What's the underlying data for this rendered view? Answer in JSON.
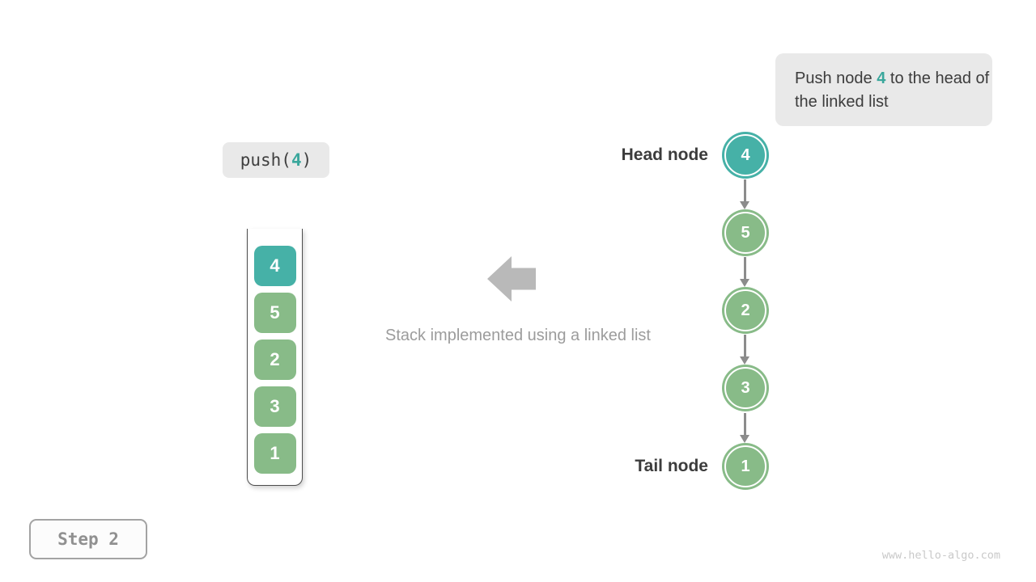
{
  "colors": {
    "teal": "#46b1a7",
    "teal-text": "#3aa79c",
    "green": "#88bb88",
    "label-dark": "#3c3c3c",
    "muted-gray": "#9c9c9c",
    "arrow-gray": "#b9b9b9",
    "link-arrow-gray": "#8c8c8c",
    "box-bg": "#e9e9e9"
  },
  "callout": {
    "text_before": "Push node ",
    "highlight": "4",
    "text_after": " to the head of the linked list"
  },
  "operation": {
    "fn_open": "push(",
    "arg": "4",
    "fn_close": ")"
  },
  "stack": {
    "items": [
      {
        "value": "4",
        "type": "teal"
      },
      {
        "value": "5",
        "type": "green"
      },
      {
        "value": "2",
        "type": "green"
      },
      {
        "value": "3",
        "type": "green"
      },
      {
        "value": "1",
        "type": "green"
      }
    ]
  },
  "caption": "Stack implemented using a linked list",
  "linked_list": {
    "head_label": "Head node",
    "tail_label": "Tail node",
    "nodes": [
      {
        "value": "4",
        "type": "teal"
      },
      {
        "value": "5",
        "type": "green"
      },
      {
        "value": "2",
        "type": "green"
      },
      {
        "value": "3",
        "type": "green"
      },
      {
        "value": "1",
        "type": "green"
      }
    ]
  },
  "step_label": "Step 2",
  "watermark": "www.hello-algo.com"
}
